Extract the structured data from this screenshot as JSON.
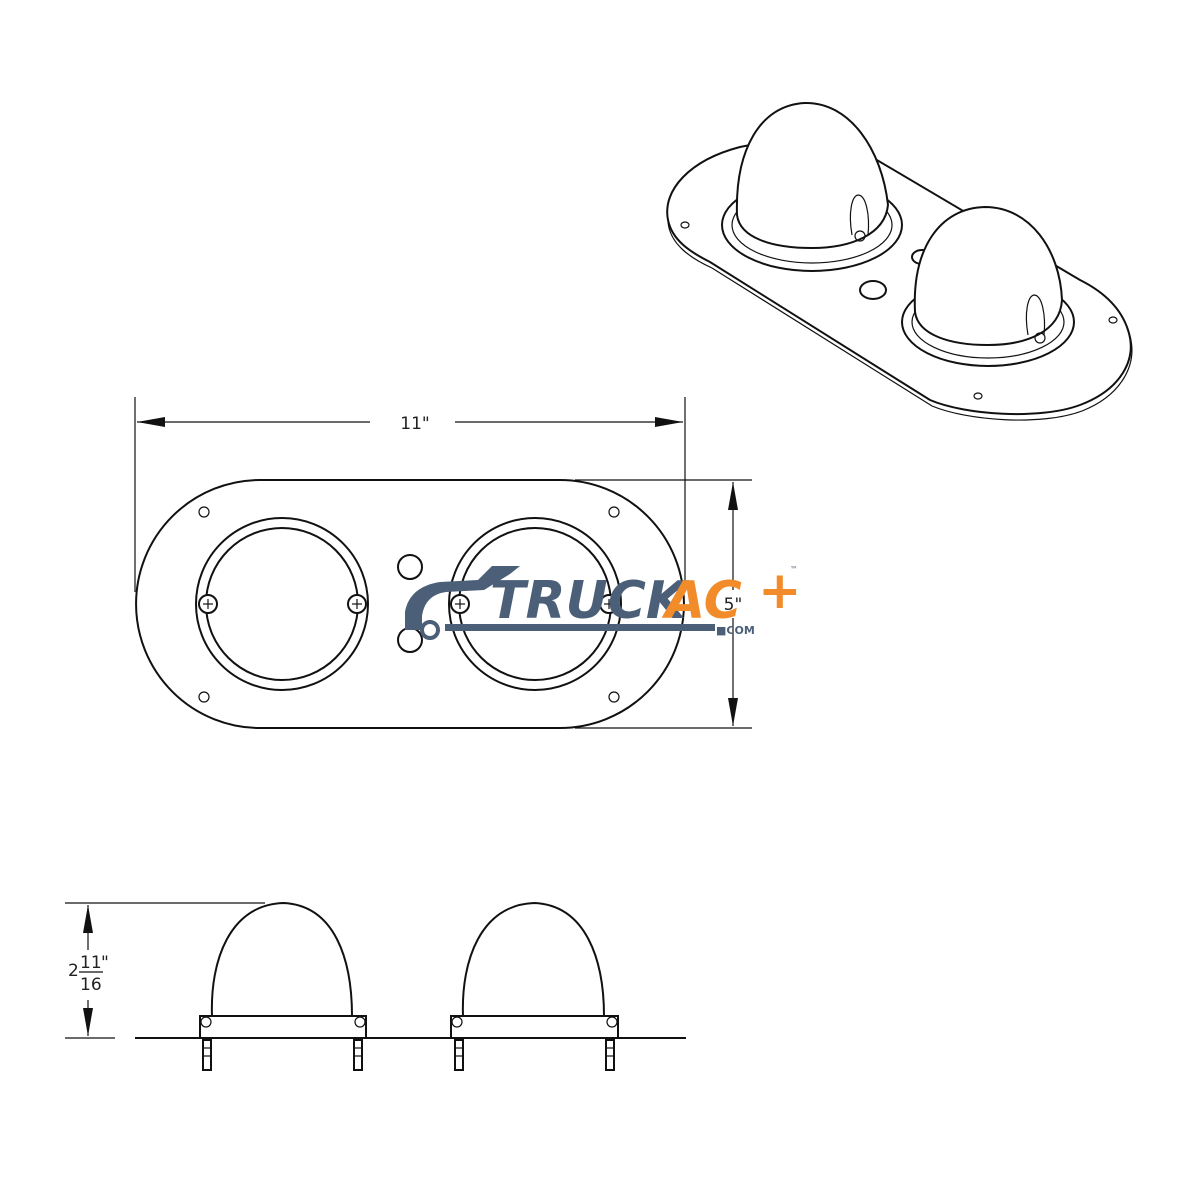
{
  "dimensions": {
    "width_label": "11\"",
    "height_label": "5\"",
    "side_height": {
      "whole": "2",
      "numerator": "11",
      "denominator": "16",
      "unit": "\""
    }
  },
  "watermark": {
    "word_1": "TRUCK",
    "word_2": "AC",
    "plus": "+",
    "com": "■COM",
    "tm": "™",
    "colors": {
      "primary": "#4b5f78",
      "accent": "#f28c2a"
    }
  }
}
